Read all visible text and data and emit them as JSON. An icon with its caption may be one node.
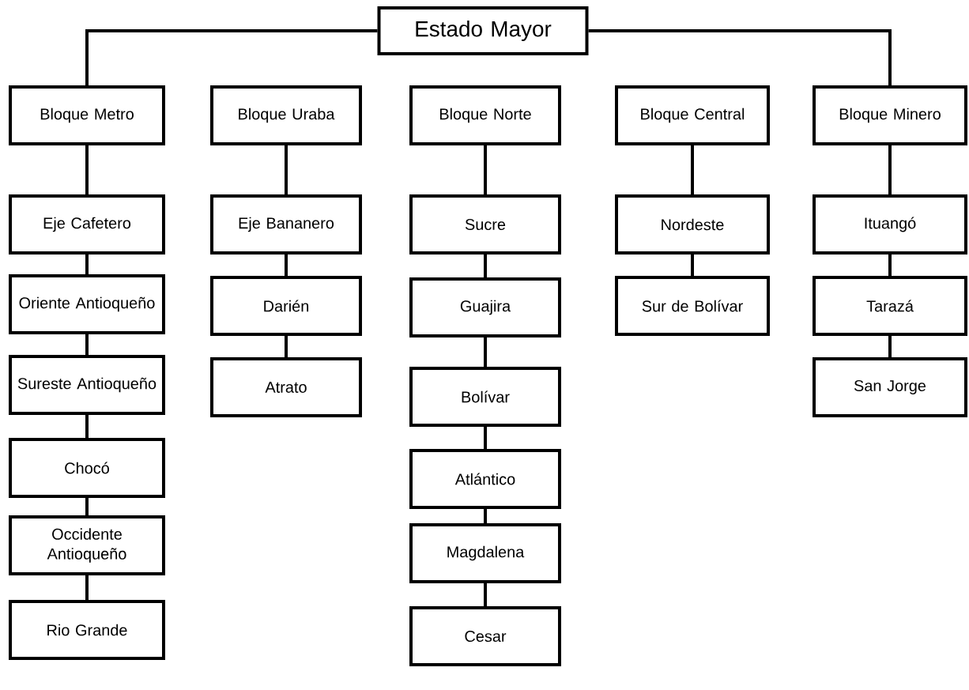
{
  "diagram": {
    "nodes": [
      {
        "text": [
          "Estado Mayor"
        ]
      },
      {
        "text": [
          "Bloque Metro"
        ]
      },
      {
        "text": [
          "Bloque Uraba"
        ]
      },
      {
        "text": [
          "Bloque Norte"
        ]
      },
      {
        "text": [
          "Bloque Central"
        ]
      },
      {
        "text": [
          "Bloque Minero"
        ]
      },
      {
        "text": [
          "Eje Cafetero"
        ]
      },
      {
        "text": [
          "Oriente Antioqueño"
        ]
      },
      {
        "text": [
          "Sureste Antioqueño"
        ]
      },
      {
        "text": [
          "Chocó"
        ]
      },
      {
        "text": [
          "Occidente Antioqueño"
        ]
      },
      {
        "text": [
          "Rio Grande"
        ]
      },
      {
        "text": [
          "Eje Bananero"
        ]
      },
      {
        "text": [
          "Darién"
        ]
      },
      {
        "text": [
          "Atrato"
        ]
      },
      {
        "text": [
          "Sucre"
        ]
      },
      {
        "text": [
          "Guajira"
        ]
      },
      {
        "text": [
          "Bolívar"
        ]
      },
      {
        "text": [
          "Atlántico"
        ]
      },
      {
        "text": [
          "Magdalena"
        ]
      },
      {
        "text": [
          "Cesar"
        ]
      },
      {
        "text": [
          "Nordeste"
        ]
      },
      {
        "text": [
          "Sur de Bolívar"
        ]
      },
      {
        "text": [
          "Ituangó"
        ]
      },
      {
        "text": [
          "Tarazá"
        ]
      },
      {
        "text": [
          "San Jorge"
        ]
      }
    ],
    "edges": [
      {
        "from": 0,
        "to": 1,
        "arrow": "none"
      },
      {
        "from": 0,
        "to": 5,
        "arrow": "none"
      },
      {
        "from": 1,
        "to": 6,
        "arrow": "none"
      },
      {
        "from": 6,
        "to": 7,
        "arrow": "none"
      },
      {
        "from": 7,
        "to": 8,
        "arrow": "none"
      },
      {
        "from": 8,
        "to": 9,
        "arrow": "none"
      },
      {
        "from": 9,
        "to": 10,
        "arrow": "none"
      },
      {
        "from": 10,
        "to": 11,
        "arrow": "none"
      },
      {
        "from": 2,
        "to": 12,
        "arrow": "none"
      },
      {
        "from": 12,
        "to": 13,
        "arrow": "none"
      },
      {
        "from": 13,
        "to": 14,
        "arrow": "none"
      },
      {
        "from": 3,
        "to": 15,
        "arrow": "none"
      },
      {
        "from": 15,
        "to": 16,
        "arrow": "none"
      },
      {
        "from": 16,
        "to": 17,
        "arrow": "none"
      },
      {
        "from": 17,
        "to": 18,
        "arrow": "none"
      },
      {
        "from": 18,
        "to": 19,
        "arrow": "none"
      },
      {
        "from": 19,
        "to": 20,
        "arrow": "none"
      },
      {
        "from": 4,
        "to": 21,
        "arrow": "none"
      },
      {
        "from": 21,
        "to": 22,
        "arrow": "none"
      },
      {
        "from": 5,
        "to": 23,
        "arrow": "none"
      },
      {
        "from": 23,
        "to": 24,
        "arrow": "none"
      },
      {
        "from": 24,
        "to": 25,
        "arrow": "none"
      }
    ]
  }
}
